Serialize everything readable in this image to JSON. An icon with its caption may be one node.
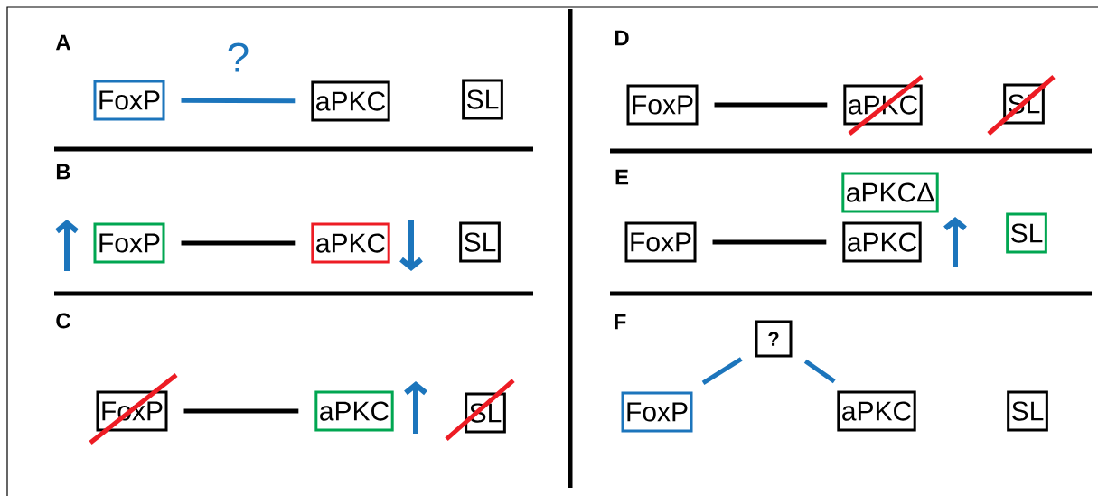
{
  "diagram": {
    "nodes": [
      {
        "text": [
          "FoxP"
        ]
      },
      {
        "text": [
          "aPKC"
        ]
      },
      {
        "text": [
          "SL"
        ]
      },
      {
        "text": [
          "FoxP"
        ]
      },
      {
        "text": [
          "aPKC"
        ]
      },
      {
        "text": [
          "SL"
        ]
      },
      {
        "text": [
          "FoxP"
        ]
      },
      {
        "text": [
          "aPKC"
        ]
      },
      {
        "text": [
          "SL"
        ]
      },
      {
        "text": [
          "FoxP"
        ]
      },
      {
        "text": [
          "aPKC"
        ]
      },
      {
        "text": [
          "SL"
        ]
      },
      {
        "text": [
          "aPKCΔ"
        ]
      },
      {
        "text": [
          "FoxP"
        ]
      },
      {
        "text": [
          "aPKC"
        ]
      },
      {
        "text": [
          "SL"
        ]
      },
      {
        "text": [
          "?"
        ]
      },
      {
        "text": [
          "FoxP"
        ]
      },
      {
        "text": [
          "aPKC"
        ]
      },
      {
        "text": [
          "SL"
        ]
      }
    ],
    "edges": [
      {
        "from": 0,
        "to": 1,
        "arrow": "none",
        "label": "?",
        "color": "#1c75bc"
      },
      {
        "from": 3,
        "to": 4,
        "arrow": "none"
      },
      {
        "from": 6,
        "to": 7,
        "arrow": "none"
      },
      {
        "from": 9,
        "to": 10,
        "arrow": "none"
      },
      {
        "from": 13,
        "to": 14,
        "arrow": "none"
      },
      {
        "from": 17,
        "to": 16,
        "arrow": "none",
        "color": "#1c75bc"
      },
      {
        "from": 16,
        "to": 18,
        "arrow": "none",
        "color": "#1c75bc"
      }
    ],
    "labels": [
      "A",
      "B",
      "C",
      "D",
      "E",
      "F"
    ]
  }
}
